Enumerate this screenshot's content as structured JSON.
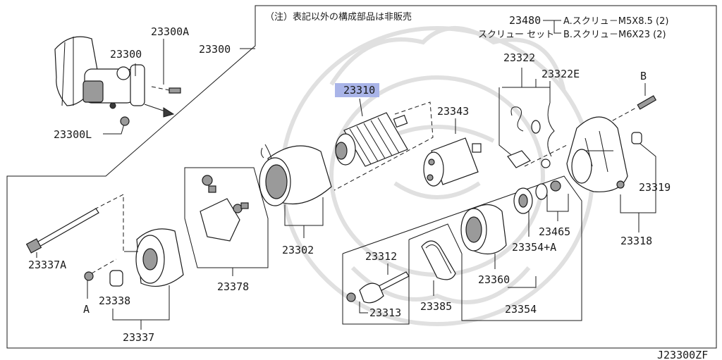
{
  "note": "（注）表記以外の構成部品は非販売",
  "figure_code": "J23300ZF",
  "highlight_color": "#a9b4e8",
  "screw_set": {
    "code": "23480",
    "caption": "スクリュー セット",
    "items": [
      "A.スクリュ－M5X8.5 (2)",
      "B.スクリュ－M6X23 (2)"
    ]
  },
  "labels": {
    "p23300A": "23300A",
    "p23300_small": "23300",
    "p23300_main": "23300",
    "p23300L": "23300L",
    "p23310": "23310",
    "p23343": "23343",
    "p23322": "23322",
    "p23322E": "23322E",
    "pB": "B",
    "p23319": "23319",
    "p23318": "23318",
    "p23465": "23465",
    "p23354A": "23354+A",
    "p23360": "23360",
    "p23354": "23354",
    "p23385": "23385",
    "p23312": "23312",
    "p23313": "23313",
    "p23302": "23302",
    "p23378": "23378",
    "p23337A": "23337A",
    "pA": "A",
    "p23338": "23338",
    "p23337": "23337"
  }
}
